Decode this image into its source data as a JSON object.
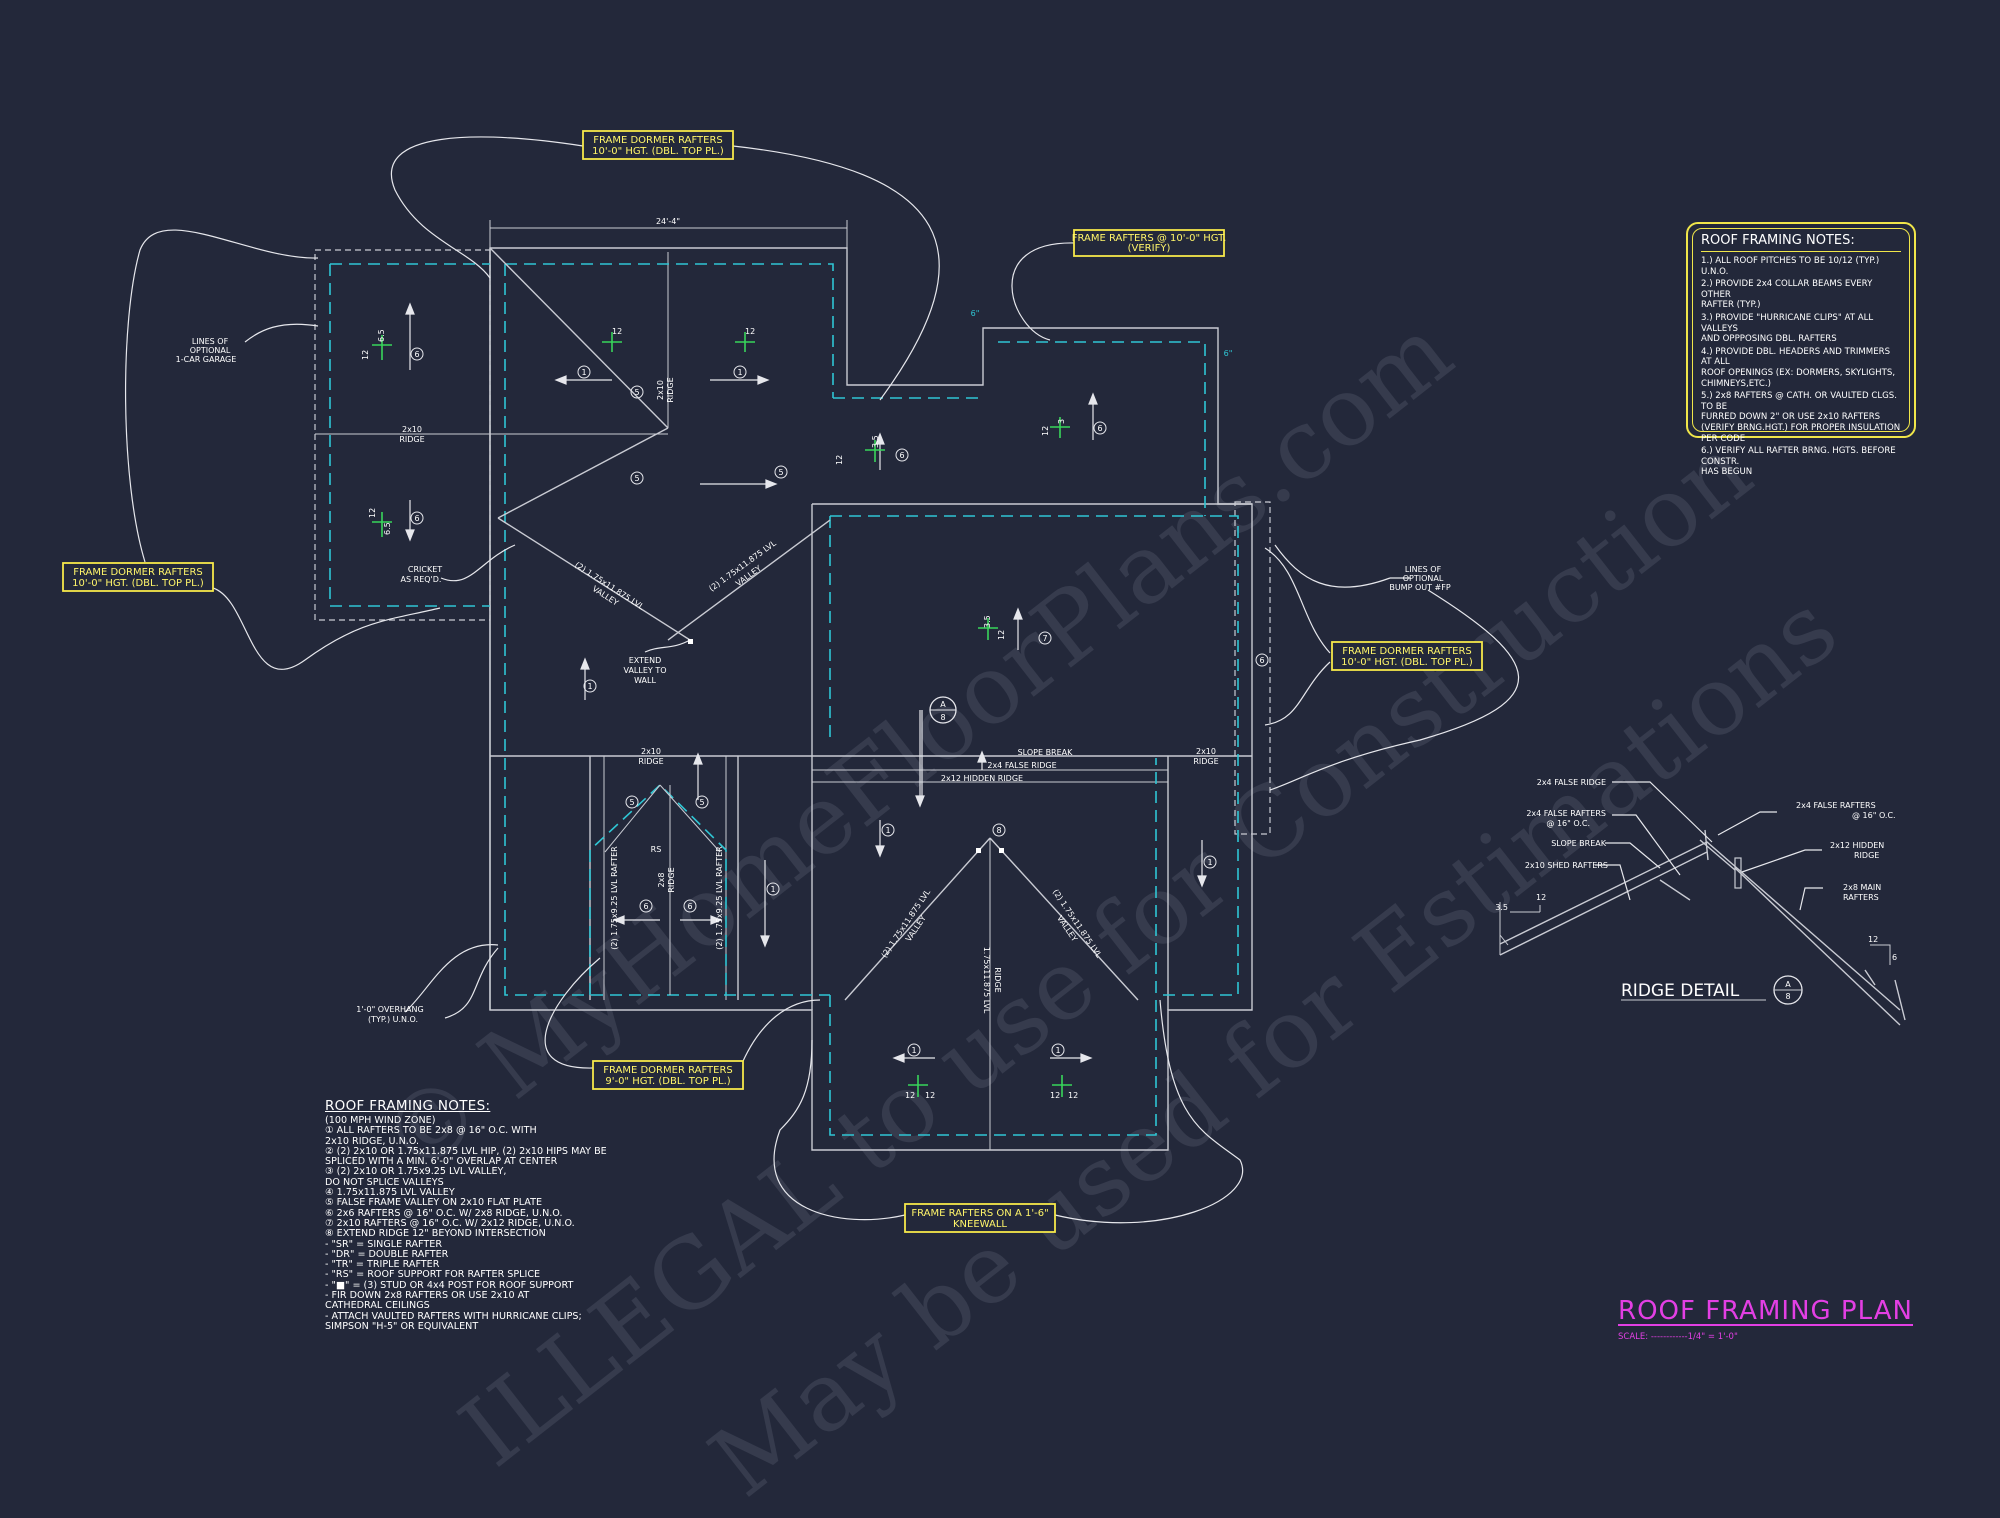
{
  "drawing": {
    "title": "ROOF FRAMING PLAN",
    "scale_label": "SCALE: ------------1/4\" = 1'-0\""
  },
  "callouts": {
    "dormer_top": [
      "FRAME DORMER RAFTERS",
      "10'-0\" HGT. (DBL. TOP PL.)"
    ],
    "rafters_top_right": [
      "FRAME RAFTERS @ 10'-0\" HGT.",
      "(VERIFY)"
    ],
    "dormer_left": [
      "FRAME DORMER RAFTERS",
      "10'-0\" HGT. (DBL. TOP PL.)"
    ],
    "dormer_right": [
      "FRAME DORMER RAFTERS",
      "10'-0\" HGT. (DBL. TOP PL.)"
    ],
    "dormer_bottom": [
      "FRAME DORMER RAFTERS",
      "9'-0\" HGT. (DBL. TOP PL.)"
    ],
    "kneewall": [
      "FRAME RAFTERS ON A 1'-6\"",
      "KNEEWALL"
    ]
  },
  "labels": {
    "dim_top": "24'-4\"",
    "lines_garage": [
      "LINES OF",
      "OPTIONAL",
      "1-CAR GARAGE"
    ],
    "ridge_left": [
      "2x10",
      "RIDGE"
    ],
    "ridge_vert": [
      "2x10",
      "RIDGE"
    ],
    "cricket": [
      "CRICKET",
      "AS REQ'D."
    ],
    "valley_a": [
      "(2) 1.75x11.875 LVL",
      "VALLEY"
    ],
    "valley_b": [
      "(2) 1.75x11.875 LVL",
      "VALLEY"
    ],
    "extend_valley": [
      "EXTEND",
      "VALLEY TO",
      "WALL"
    ],
    "bump_out": [
      "LINES OF",
      "OPTIONAL",
      "BUMP OUT #FP"
    ],
    "ridge_mid_left": [
      "2x10",
      "RIDGE"
    ],
    "ridge_mid_right": [
      "2x10",
      "RIDGE"
    ],
    "slope_break": "SLOPE BREAK",
    "false_ridge": "2x4 FALSE RIDGE",
    "hidden_ridge": "2x12 HIDDEN RIDGE",
    "rs": "RS",
    "lvl_rafter_a": "(2) 1.75x9.25 LVL RAFTER",
    "lvl_rafter_b": "(2) 1.75x9.25 LVL RAFTER",
    "ridge_small": [
      "2x8",
      "RIDGE"
    ],
    "overhang": [
      "1'-0\" OVERHANG",
      "(TYP.) U.N.O."
    ],
    "valley_c": [
      "(2) 1.75x11.875 LVL",
      "VALLEY"
    ],
    "valley_d": [
      "(2) 1.75x11.875 LVL",
      "VALLEY"
    ],
    "lvl_ridge": [
      "1.75x11.875 LVL",
      "RIDGE"
    ],
    "six_in_a": "6\"",
    "six_in_b": "6\""
  },
  "pitches": {
    "p65a": "6.5",
    "p12a": "12",
    "p65b": "6.5",
    "p12b": "12",
    "p12c": "12",
    "p12d": "12",
    "p35a": "3.5",
    "p12e": "12",
    "p3": "3",
    "p12f": "12",
    "p35b": "3.5",
    "p12g": "12",
    "p12h": "12",
    "p12i": "12",
    "p12j": "12",
    "p12k": "12"
  },
  "tags": {
    "t6a": "6",
    "t6b": "6",
    "t1a": "1",
    "t5a": "5",
    "t1b": "1",
    "t5b": "5",
    "t5c": "5",
    "t6c": "6",
    "t6d": "6",
    "t7": "7",
    "t1c": "1",
    "t6e": "6",
    "t5d": "5",
    "t5e": "5",
    "t6f": "6",
    "t6g": "6",
    "t1d": "1",
    "t1e": "1",
    "t1f": "1",
    "t8": "8",
    "t1g": "1",
    "t1h": "1",
    "sec_a": "A",
    "sec_b": "8"
  },
  "ridge_detail": {
    "title": "RIDGE DETAIL",
    "sec_top": "A",
    "sec_bot": "8",
    "false_ridge": "2x4 FALSE RIDGE",
    "false_rafters": [
      "2x4 FALSE RAFTERS",
      "@ 16\" O.C."
    ],
    "slope_break": "SLOPE BREAK",
    "shed_rafters": "2x10 SHED RAFTERS",
    "false_rafters_r": [
      "2x4 FALSE RAFTERS",
      "@ 16\" O.C."
    ],
    "hidden_ridge": [
      "2x12 HIDDEN",
      "RIDGE"
    ],
    "main_rafters": [
      "2x8 MAIN",
      "RAFTERS"
    ],
    "pitch_a": "3.5",
    "pitch_b": "12",
    "pitch_c": "12",
    "pitch_d": "6"
  },
  "notes_right": {
    "title": "ROOF FRAMING NOTES:",
    "items": [
      "1.) ALL ROOF PITCHES TO BE 10/12 (TYP.) U.N.O.",
      "2.) PROVIDE 2x4 COLLAR BEAMS EVERY OTHER\n     RAFTER (TYP.)",
      "3.) PROVIDE \"HURRICANE CLIPS\" AT ALL VALLEYS\n     AND OPPPOSING DBL. RAFTERS",
      "4.) PROVIDE DBL. HEADERS AND TRIMMERS AT ALL\n     ROOF OPENINGS (EX: DORMERS, SKYLIGHTS,\n     CHIMNEYS,ETC.)",
      "5.) 2x8 RAFTERS @ CATH. OR VAULTED CLGS. TO BE\n     FURRED DOWN 2\" OR USE 2x10 RAFTERS\n     (VERIFY BRNG.HGT.) FOR PROPER INSULATION\n     PER CODE",
      "6.) VERIFY ALL RAFTER BRNG. HGTS. BEFORE CONSTR.\n     HAS BEGUN"
    ]
  },
  "notes_left": {
    "title": "ROOF FRAMING NOTES:",
    "items": [
      "   (100 MPH WIND ZONE)",
      "① ALL RAFTERS TO BE 2x8 @ 16\" O.C. WITH\n     2x10 RIDGE, U.N.O.",
      "② (2) 2x10 OR 1.75x11.875 LVL HIP, (2) 2x10 HIPS MAY BE\n     SPLICED WITH A MIN. 6'-0\" OVERLAP AT CENTER",
      "③ (2) 2x10 OR 1.75x9.25 LVL VALLEY,\n     DO NOT SPLICE VALLEYS",
      "④ 1.75x11.875 LVL VALLEY",
      "⑤ FALSE FRAME VALLEY ON 2x10 FLAT PLATE",
      "⑥ 2x6 RAFTERS @ 16\" O.C. W/ 2x8 RIDGE, U.N.O.",
      "⑦ 2x10 RAFTERS @ 16\" O.C. W/ 2x12 RIDGE, U.N.O.",
      "⑧ EXTEND RIDGE 12\" BEYOND INTERSECTION",
      " -  \"SR\" = SINGLE RAFTER",
      " -  \"DR\" = DOUBLE RAFTER",
      " -  \"TR\" = TRIPLE RAFTER",
      " -  \"RS\" = ROOF SUPPORT FOR RAFTER SPLICE",
      " -  \"■\"  = (3) STUD OR 4x4 POST FOR ROOF SUPPORT",
      " -  FIR DOWN 2x8 RAFTERS OR USE 2x10 AT\n     CATHEDRAL CEILINGS",
      " -  ATTACH VAULTED RAFTERS WITH HURRICANE CLIPS;\n     SIMPSON \"H-5\" OR EQUIVALENT"
    ]
  },
  "watermark": {
    "line1": "© MyHomeFloorPlans.com",
    "line2": "ILLEGAL to use for Construction",
    "line3": "May be used for Estimations"
  },
  "colors": {
    "background": "#23283a",
    "walls": "#c9cbd3",
    "dashed_overhang": "#2fc6d4",
    "callout_yellow": "#f5e84a",
    "title_magenta": "#e33fe4",
    "pitch_green": "#38d65b"
  }
}
